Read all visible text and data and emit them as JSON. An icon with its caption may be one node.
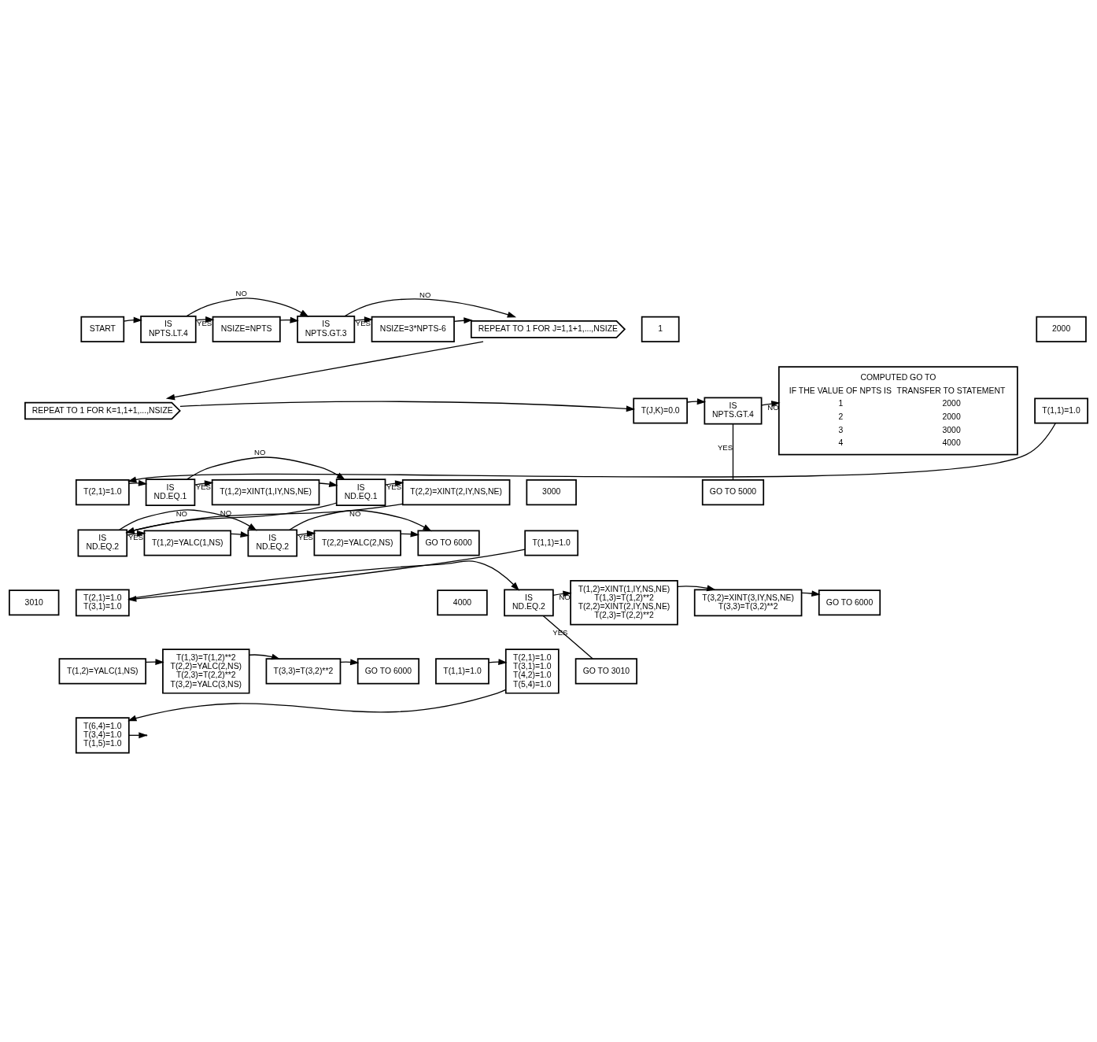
{
  "diagram": {
    "nodes": [
      {
        "text": [
          "START"
        ]
      },
      {
        "text": [
          "IS",
          "NPTS.LT.4"
        ]
      },
      {
        "text": [
          "NSIZE=NPTS"
        ]
      },
      {
        "text": [
          "IS",
          "NPTS.GT.3"
        ]
      },
      {
        "text": [
          "NSIZE=3*NPTS-6"
        ]
      },
      {
        "text": [
          "REPEAT TO 1 FOR J=1,1+1,...,NSIZE"
        ]
      },
      {
        "text": [
          "REPEAT TO 1 FOR K=1,1+1,...,NSIZE"
        ]
      },
      {
        "text": [
          "1"
        ]
      },
      {
        "text": [
          "T(J,K)=0.0"
        ]
      },
      {
        "text": [
          "GO TO 5000"
        ]
      },
      {
        "text": [
          "IS",
          "NPTS.GT.4"
        ]
      },
      {
        "text": [
          "COMPUTED GO TO",
          "IF THE VALUE OF NPTS IS",
          "TRANSFER TO STATEMENT",
          "1",
          "2000",
          "2",
          "2000",
          "3",
          "3000",
          "4",
          "4000"
        ]
      },
      {
        "text": [
          "2000"
        ]
      },
      {
        "text": [
          "T(1,1)=1.0"
        ]
      },
      {
        "text": [
          "T(2,1)=1.0"
        ]
      },
      {
        "text": [
          "IS",
          "ND.EQ.1"
        ]
      },
      {
        "text": [
          "T(1,2)=XINT(1,IY,NS,NE)"
        ]
      },
      {
        "text": [
          "IS",
          "ND.EQ.1"
        ]
      },
      {
        "text": [
          "T(2,2)=XINT(2,IY,NS,NE)"
        ]
      },
      {
        "text": [
          "IS",
          "ND.EQ.2"
        ]
      },
      {
        "text": [
          "T(1,2)=YALC(1,NS)"
        ]
      },
      {
        "text": [
          "IS",
          "ND.EQ.2"
        ]
      },
      {
        "text": [
          "T(2,2)=YALC(2,NS)"
        ]
      },
      {
        "text": [
          "GO TO 6000"
        ]
      },
      {
        "text": [
          "3000"
        ]
      },
      {
        "text": [
          "T(1,1)=1.0"
        ]
      },
      {
        "text": [
          "T(2,1)=1.0",
          "T(3,1)=1.0"
        ]
      },
      {
        "text": [
          "GO TO 3010"
        ]
      },
      {
        "text": [
          "IS",
          "ND.EQ.2"
        ]
      },
      {
        "text": [
          "T(1,2)=XINT(1,IY,NS,NE)",
          "T(1,3)=T(1,2)**2",
          "T(2,2)=XINT(2,IY,NS,NE)",
          "T(2,3)=T(2,2)**2"
        ]
      },
      {
        "text": [
          "T(3,2)=XINT(3,IY,NS,NE)",
          "T(3,3)=T(3,2)**2"
        ]
      },
      {
        "text": [
          "GO TO 6000"
        ]
      },
      {
        "text": [
          "3010"
        ]
      },
      {
        "text": [
          "T(1,2)=YALC(1,NS)"
        ]
      },
      {
        "text": [
          "T(1,3)=T(1,2)**2",
          "T(2,2)=YALC(2,NS)",
          "T(2,3)=T(2,2)**2",
          "T(3,2)=YALC(3,NS)"
        ]
      },
      {
        "text": [
          "T(3,3)=T(3,2)**2"
        ]
      },
      {
        "text": [
          "GO TO 6000"
        ]
      },
      {
        "text": [
          "4000"
        ]
      },
      {
        "text": [
          "T(1,1)=1.0"
        ]
      },
      {
        "text": [
          "T(2,1)=1.0",
          "T(3,1)=1.0",
          "T(4,2)=1.0",
          "T(5,4)=1.0"
        ]
      },
      {
        "text": [
          "T(6,4)=1.0",
          "T(3,4)=1.0",
          "T(1,5)=1.0"
        ]
      }
    ],
    "edges": [
      {
        "from": 0,
        "to": 1,
        "arrow": "to"
      },
      {
        "from": 1,
        "to": 2,
        "arrow": "to",
        "label": "YES"
      },
      {
        "from": 1,
        "to": 3,
        "arrow": "to",
        "label": "NO"
      },
      {
        "from": 2,
        "to": 3,
        "arrow": "to"
      },
      {
        "from": 3,
        "to": 4,
        "arrow": "to",
        "label": "YES"
      },
      {
        "from": 3,
        "to": 5,
        "arrow": "to",
        "label": "NO"
      },
      {
        "from": 4,
        "to": 5,
        "arrow": "to"
      },
      {
        "from": 5,
        "to": 6,
        "arrow": "to"
      },
      {
        "from": 6,
        "to": 8,
        "arrow": "to"
      },
      {
        "from": 8,
        "to": 10,
        "arrow": "to"
      },
      {
        "from": 10,
        "to": 9,
        "arrow": "none",
        "label": "YES"
      },
      {
        "from": 10,
        "to": 11,
        "arrow": "to",
        "label": "NO"
      },
      {
        "from": 13,
        "to": 14,
        "arrow": "to"
      },
      {
        "from": 14,
        "to": 15,
        "arrow": "to"
      },
      {
        "from": 15,
        "to": 16,
        "arrow": "to",
        "label": "YES"
      },
      {
        "from": 15,
        "to": 17,
        "arrow": "to",
        "label": "NO"
      },
      {
        "from": 16,
        "to": 17,
        "arrow": "to"
      },
      {
        "from": 17,
        "to": 18,
        "arrow": "to",
        "label": "YES"
      },
      {
        "from": 17,
        "to": 19,
        "arrow": "to",
        "label": "NO"
      },
      {
        "from": 18,
        "to": 19,
        "arrow": "to"
      },
      {
        "from": 19,
        "to": 20,
        "arrow": "to",
        "label": "YES"
      },
      {
        "from": 19,
        "to": 21,
        "arrow": "to",
        "label": "NO"
      },
      {
        "from": 20,
        "to": 21,
        "arrow": "to"
      },
      {
        "from": 21,
        "to": 22,
        "arrow": "to",
        "label": "YES"
      },
      {
        "from": 21,
        "to": 23,
        "arrow": "to",
        "label": "NO"
      },
      {
        "from": 22,
        "to": 23,
        "arrow": "to"
      },
      {
        "from": 25,
        "to": 26,
        "arrow": "to"
      },
      {
        "from": 26,
        "to": 28,
        "arrow": "to"
      },
      {
        "from": 28,
        "to": 27,
        "arrow": "none",
        "label": "YES"
      },
      {
        "from": 28,
        "to": 29,
        "arrow": "to",
        "label": "NO"
      },
      {
        "from": 29,
        "to": 30,
        "arrow": "to"
      },
      {
        "from": 30,
        "to": 31,
        "arrow": "to"
      },
      {
        "from": 33,
        "to": 34,
        "arrow": "to"
      },
      {
        "from": 34,
        "to": 35,
        "arrow": "to"
      },
      {
        "from": 35,
        "to": 36,
        "arrow": "to"
      },
      {
        "from": 38,
        "to": 39,
        "arrow": "to"
      },
      {
        "from": 39,
        "to": 40,
        "arrow": "to"
      },
      {
        "from": 40,
        "to": null,
        "arrow": "to"
      }
    ]
  }
}
